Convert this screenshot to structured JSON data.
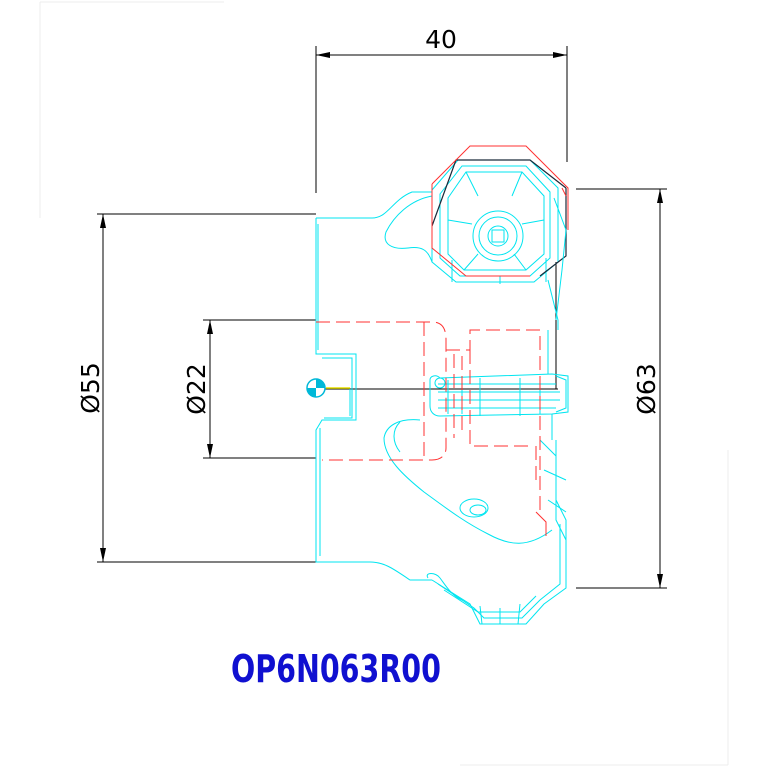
{
  "dimensions": {
    "width_top": "40",
    "dia_left": "Ø55",
    "dia_inner": "Ø22",
    "dia_right": "Ø63"
  },
  "part_code": "OP6N063R00",
  "colors": {
    "geometry": "#00e5f0",
    "hidden": "#ff3030",
    "dimension": "#000000",
    "code": "#1010d0",
    "center_mark": "#00b8d8"
  }
}
